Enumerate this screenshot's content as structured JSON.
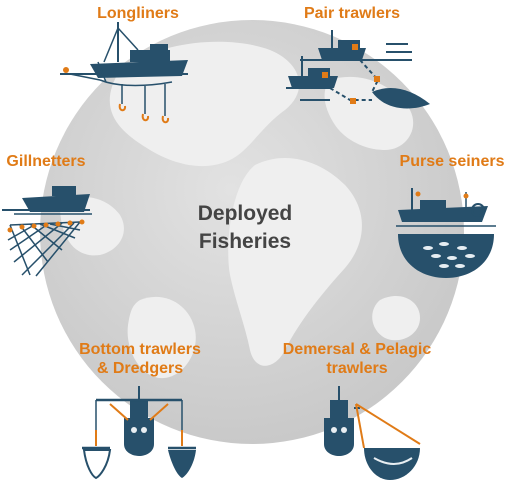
{
  "center_title": {
    "line1": "Deployed",
    "line2": "Fisheries"
  },
  "fisheries": [
    {
      "line1": "Longliners"
    },
    {
      "line1": "Pair trawlers"
    },
    {
      "line1": "Gillnetters"
    },
    {
      "line1": "Purse seiners"
    },
    {
      "line1": "Bottom trawlers",
      "line2": "& Dredgers"
    },
    {
      "line1": "Demersal & Pelagic",
      "line2": "trawlers"
    }
  ],
  "colors": {
    "label": "#e07b17",
    "vessel": "#27506b",
    "accent": "#e07b17",
    "center_text": "#444444",
    "globe": "#d7d7d7",
    "land": "#efefef"
  },
  "icons": [
    "longliner-vessel-icon",
    "pair-trawler-vessel-icon",
    "gillnetter-vessel-icon",
    "purse-seiner-vessel-icon",
    "bottom-trawler-vessel-icon",
    "pelagic-trawler-vessel-icon"
  ]
}
